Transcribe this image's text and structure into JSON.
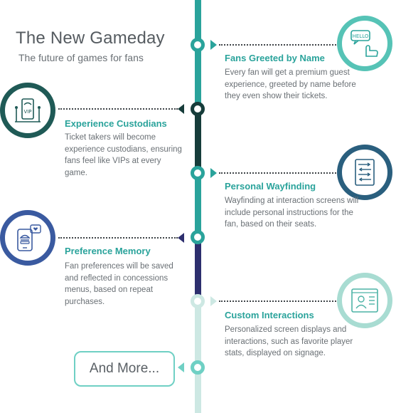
{
  "header": {
    "title": "The New Gameday",
    "subtitle": "The future of games for fans"
  },
  "items": [
    {
      "title": "Fans Greeted by Name",
      "desc": "Every fan will get a premium guest experience, greeted by name before they even show their tickets.",
      "icon": "hello-speech-hand-icon",
      "icon_text": "HELLO"
    },
    {
      "title": "Experience Custodians",
      "desc": "Ticket takers will become experience custodians, ensuring fans feel like VIPs at every game.",
      "icon": "vip-gate-icon",
      "icon_text": "VIP"
    },
    {
      "title": "Personal Wayfinding",
      "desc": "Wayfinding at interaction screens will include personal instructions for the fan, based on their seats.",
      "icon": "wayfinding-sign-icon"
    },
    {
      "title": "Preference Memory",
      "desc": "Fan preferences will be saved and reflected in concessions menus, based on repeat purchases.",
      "icon": "phone-preferences-icon"
    },
    {
      "title": "Custom Interactions",
      "desc": "Personalized screen displays and interactions, such as favorite player stats, displayed on signage.",
      "icon": "player-stats-display-icon"
    }
  ],
  "more": {
    "label": "And More..."
  },
  "colors": {
    "teal": "#2aa39b",
    "dark_teal": "#163c3a",
    "navy": "#2d2f6e",
    "light_teal": "#cde8e3",
    "text_gray": "#6a7075"
  }
}
